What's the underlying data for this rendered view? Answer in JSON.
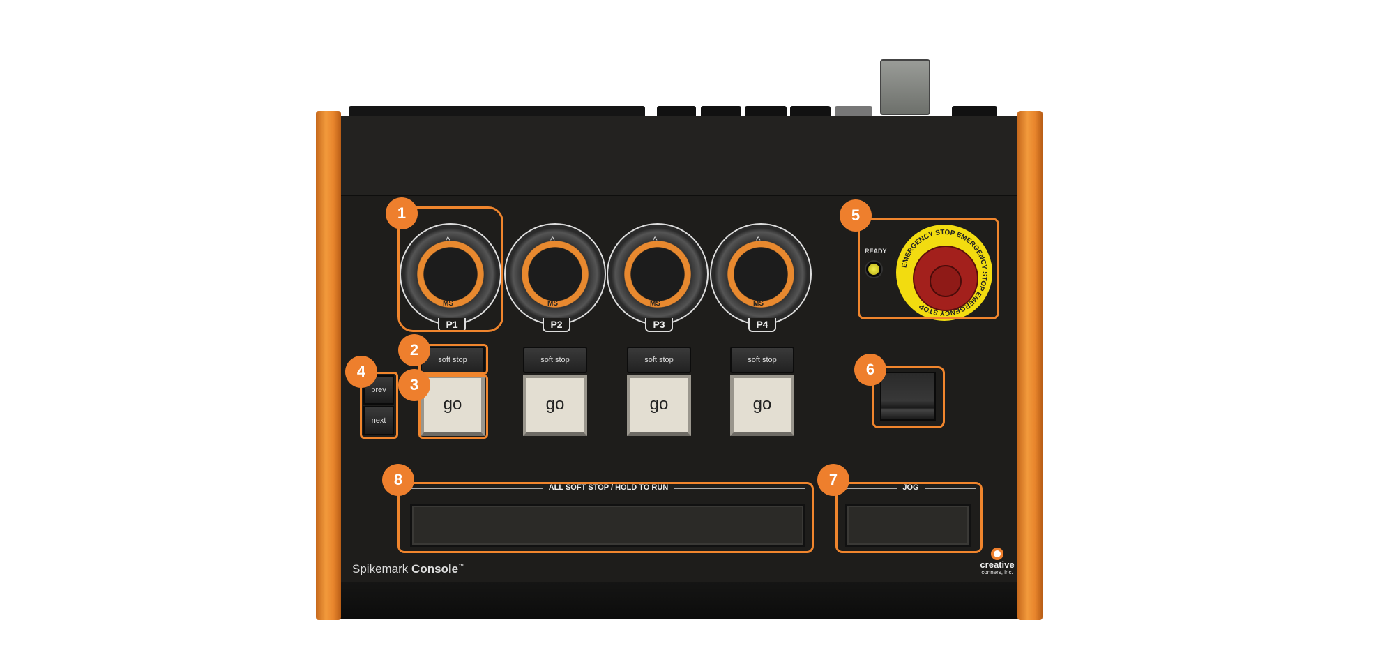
{
  "device": {
    "brand_light": "Spikemark",
    "brand_bold": "Console",
    "trademark": "™",
    "logo_text": "creative",
    "logo_sub": "conners, inc."
  },
  "knobs": [
    {
      "label": "P1",
      "marker": "MS"
    },
    {
      "label": "P2",
      "marker": "MS"
    },
    {
      "label": "P3",
      "marker": "MS"
    },
    {
      "label": "P4",
      "marker": "MS"
    }
  ],
  "soft_stop_label": "soft stop",
  "go_label": "go",
  "nav": {
    "prev": "prev",
    "next": "next"
  },
  "estop": {
    "ready_label": "READY",
    "ring_text": "EMERGENCY STOP"
  },
  "strips": {
    "all_soft_stop": "ALL SOFT STOP / HOLD TO RUN",
    "jog": "JOG"
  },
  "callouts": [
    "1",
    "2",
    "3",
    "4",
    "5",
    "6",
    "7",
    "8"
  ],
  "colors": {
    "accent": "#ee7f2d",
    "body": "#1e1d1b",
    "estop_red": "#a3201c",
    "estop_yellow": "#f2dc10"
  }
}
